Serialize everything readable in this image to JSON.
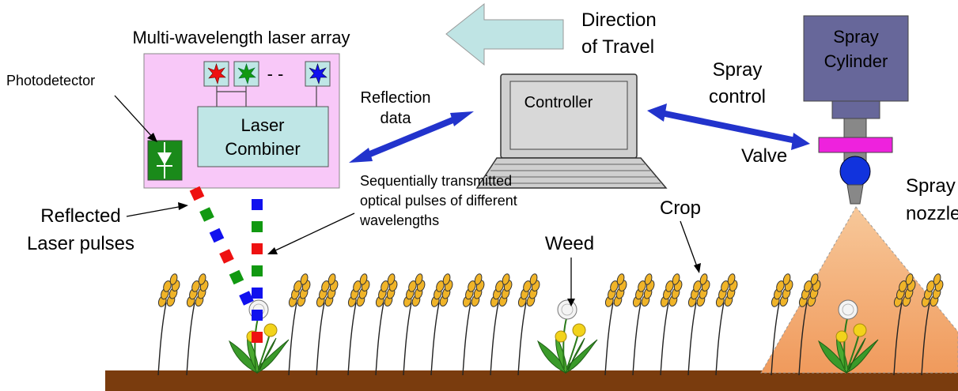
{
  "labels": {
    "laser_array_title": "Multi-wavelength laser array",
    "photodetector": "Photodetector",
    "laser_combiner_line1": "Laser",
    "laser_combiner_line2": "Combiner",
    "dashes": "- -",
    "direction_line1": "Direction",
    "direction_line2": "of Travel",
    "reflection_line1": "Reflection",
    "reflection_line2": "data",
    "controller": "Controller",
    "spray_control_line1": "Spray",
    "spray_control_line2": "control",
    "spray_cylinder_line1": "Spray",
    "spray_cylinder_line2": "Cylinder",
    "valve": "Valve",
    "spray_nozzle_line1": "Spray",
    "spray_nozzle_line2": "nozzle",
    "reflected_line1": "Reflected",
    "reflected_line2": "Laser pulses",
    "sequential_line1": "Sequentially transmitted",
    "sequential_line2": "optical pulses of different",
    "sequential_line3": "wavelengths",
    "crop": "Crop",
    "weed": "Weed"
  },
  "colors": {
    "laser_array_box": "#f8c8f8",
    "combiner_box": "#bfe6e6",
    "photodetector_box": "#1a8a1a",
    "direction_arrow": "#bfe4e4",
    "link_arrows": "#2233cc",
    "spray_cylinder": "#67679a",
    "valve": "#ee22dd",
    "nozzle_ball": "#1133dd",
    "ground": "#7a3c0e",
    "spray_cone": "#f0a060",
    "red_pulse": "#ee1111",
    "green_pulse": "#119911",
    "blue_pulse": "#1111ee"
  },
  "icons": {
    "lasers": [
      "red-star-laser-icon",
      "green-star-laser-icon",
      "blue-star-laser-icon"
    ],
    "photodiode": "photodiode-icon",
    "laptop": "laptop-icon",
    "crop": "wheat-stalk-icon",
    "weed": "dandelion-weed-icon"
  },
  "pulses": {
    "transmitted": [
      "blue",
      "green",
      "red",
      "green",
      "blue",
      "blue",
      "red"
    ],
    "reflected": [
      "red",
      "green",
      "blue",
      "red",
      "green",
      "blue"
    ]
  }
}
